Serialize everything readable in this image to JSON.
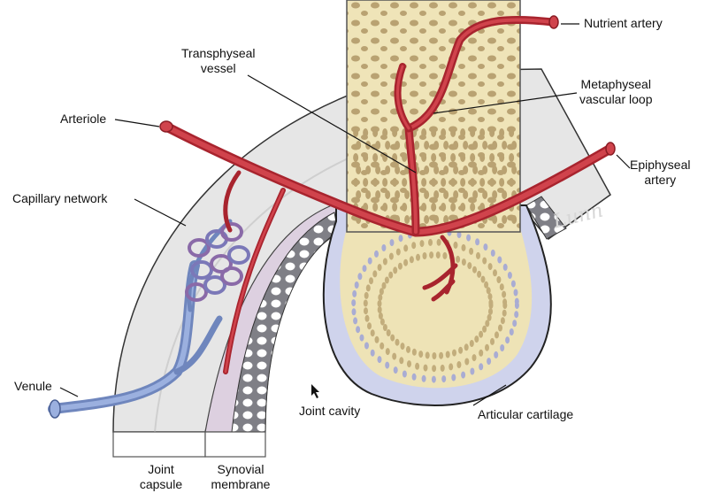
{
  "labels": {
    "nutrient_artery": "Nutrient artery",
    "transphyseal_vessel_1": "Transphyseal",
    "transphyseal_vessel_2": "vessel",
    "metaphyseal_loop_1": "Metaphyseal",
    "metaphyseal_loop_2": "vascular loop",
    "arteriole": "Arteriole",
    "epiphyseal_artery_1": "Epiphyseal",
    "epiphyseal_artery_2": "artery",
    "capillary_network": "Capillary network",
    "venule": "Venule",
    "joint_cavity": "Joint cavity",
    "articular_cartilage": "Articular cartilage",
    "joint_capsule_1": "Joint",
    "joint_capsule_2": "capsule",
    "synovial_membrane_1": "Synovial",
    "synovial_membrane_2": "membrane"
  },
  "colors": {
    "artery": "#c8323c",
    "vein": "#6f86bd",
    "bone": "#eee3b6",
    "trabecula": "#b8a070",
    "cartilage": "#cfd3ec",
    "capsule": "#e3e3e3",
    "synovium": "#d7c9dd"
  }
}
